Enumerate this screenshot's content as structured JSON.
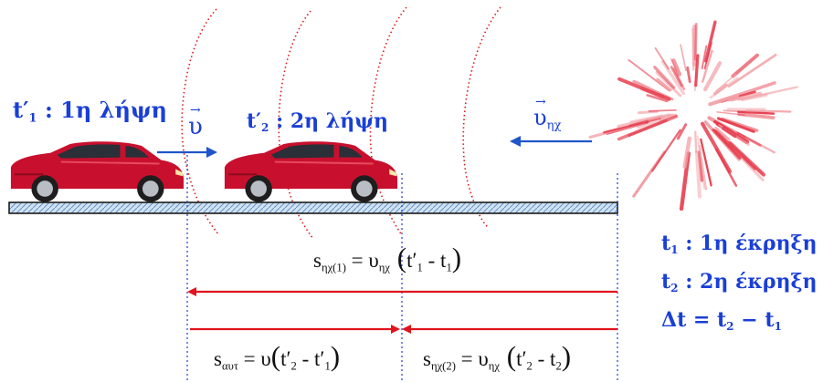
{
  "labels": {
    "reception1": {
      "t": "t",
      "prime": "′",
      "sub": "1",
      "text": " : 1η λήψη"
    },
    "reception2": {
      "t": "t",
      "prime": "′",
      "sub": "2",
      "text": " : 2η λήψη"
    },
    "car_velocity": "υ",
    "sound_velocity": {
      "base": "υ",
      "sub": "ηχ"
    },
    "explosion1": {
      "t": "t",
      "sub": "1",
      "text": " : 1η έκρηξη"
    },
    "explosion2": {
      "t": "t",
      "sub": "2",
      "text": " : 2η έκρηξη"
    },
    "delta": {
      "lhs": "Δt = t",
      "s1": "2",
      "mid": " − t",
      "s2": "1"
    }
  },
  "equations": {
    "sound1": {
      "s": "s",
      "ssub": "ηχ(1)",
      "eq": " = υ",
      "vsub": "ηχ",
      "a": "t′",
      "asub": "1",
      "minus": " - t",
      "bsub": "1"
    },
    "car": {
      "s": "s",
      "ssub": "αυτ",
      "eq": " = υ",
      "a": "t′",
      "asub": "2",
      "minus": " - t′",
      "bsub": "1"
    },
    "sound2": {
      "s": "s",
      "ssub": "ηχ(2)",
      "eq": " = υ",
      "vsub": "ηχ",
      "a": "t′",
      "asub": "2",
      "minus": " - t",
      "bsub": "2"
    }
  },
  "colors": {
    "label_blue": "#1a3fd6",
    "arrow_red": "#e0141e",
    "wave_red": "#d81a1a",
    "car_red": "#c8102e",
    "dotted_blue": "#2b4bd8"
  }
}
